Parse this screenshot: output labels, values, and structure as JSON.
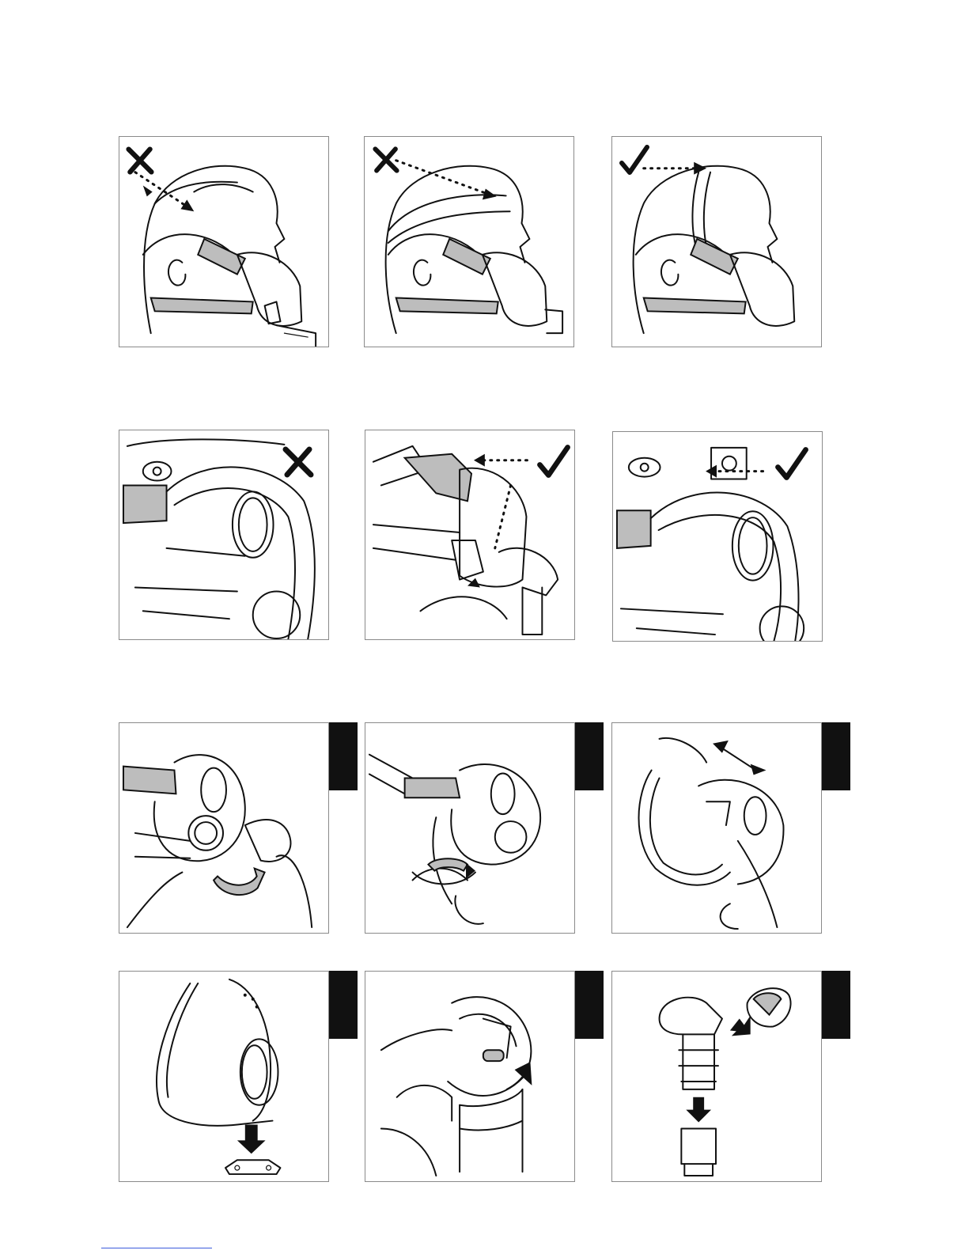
{
  "colors": {
    "line": "#111111",
    "strap_fill": "#bdbdbd",
    "frame": "#8a8a8a",
    "step_tab": "#111111",
    "footer_rule": "#3b5bdb"
  },
  "rows": [
    {
      "id": "forehead-fit",
      "panels": [
        {
          "id": "a1",
          "mark": "cross-icon"
        },
        {
          "id": "a2",
          "mark": "cross-icon"
        },
        {
          "id": "a3",
          "mark": "check-icon"
        }
      ]
    },
    {
      "id": "cushion-fit",
      "panels": [
        {
          "id": "b1",
          "mark": "cross-icon"
        },
        {
          "id": "b2",
          "mark": "check-icon"
        },
        {
          "id": "b3",
          "mark": "check-icon"
        }
      ]
    },
    {
      "id": "disassembly-1",
      "panels": [
        {
          "id": "c1",
          "has_step_tab": true
        },
        {
          "id": "c2",
          "has_step_tab": true
        },
        {
          "id": "c3",
          "has_step_tab": true
        }
      ]
    },
    {
      "id": "disassembly-2",
      "panels": [
        {
          "id": "d1",
          "has_step_tab": true
        },
        {
          "id": "d2",
          "has_step_tab": true
        },
        {
          "id": "d3",
          "has_step_tab": true
        }
      ]
    }
  ]
}
